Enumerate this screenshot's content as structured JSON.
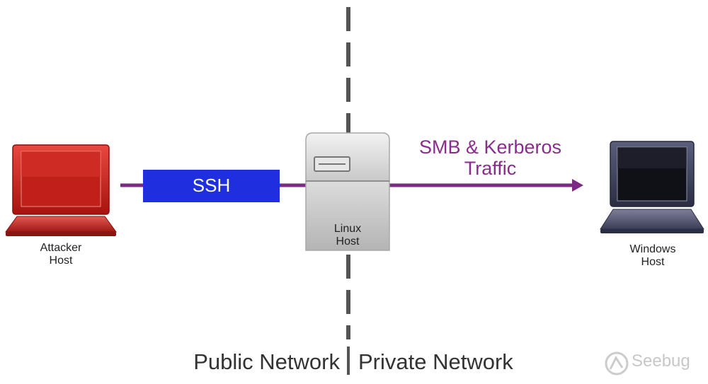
{
  "diagram": {
    "attacker": {
      "label_line1": "Attacker",
      "label_line2": "Host"
    },
    "linux": {
      "label_line1": "Linux",
      "label_line2": "Host"
    },
    "windows": {
      "label_line1": "Windows",
      "label_line2": "Host"
    },
    "tunnel": {
      "label": "SSH"
    },
    "traffic": {
      "label_line1": "SMB & Kerberos",
      "label_line2": "Traffic"
    },
    "public_network": "Public Network",
    "private_network": "Private Network",
    "watermark": "Seebug",
    "colors": {
      "attacker_laptop": "#c8211b",
      "windows_laptop": "#3b3f5a",
      "tunnel": "#1f2fe0",
      "traffic_line": "#7c2a84",
      "divider": "#555555"
    }
  }
}
